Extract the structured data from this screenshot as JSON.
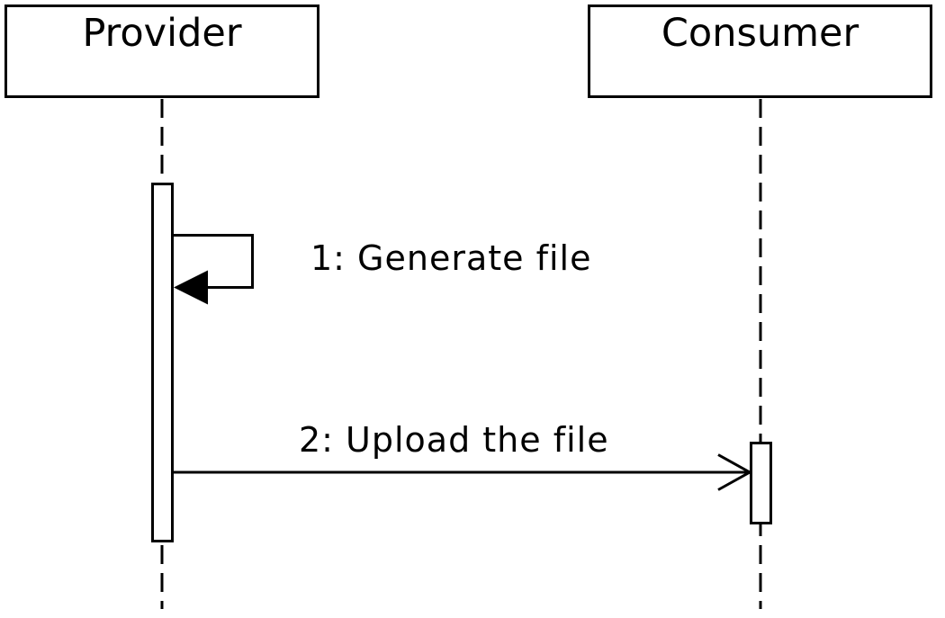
{
  "diagram": {
    "type": "uml-sequence-diagram",
    "colors": {
      "stroke": "#000000",
      "background": "#ffffff",
      "activation_fill": "#ffffff"
    },
    "actors": [
      {
        "id": "provider",
        "label": "Provider"
      },
      {
        "id": "consumer",
        "label": "Consumer"
      }
    ],
    "messages": [
      {
        "seq": "1",
        "label": "1: Generate file",
        "from": "provider",
        "to": "provider",
        "kind": "self-message",
        "arrowhead": "filled-triangle"
      },
      {
        "seq": "2",
        "label": "2: Upload the file",
        "from": "provider",
        "to": "consumer",
        "kind": "message",
        "arrowhead": "open"
      }
    ]
  }
}
